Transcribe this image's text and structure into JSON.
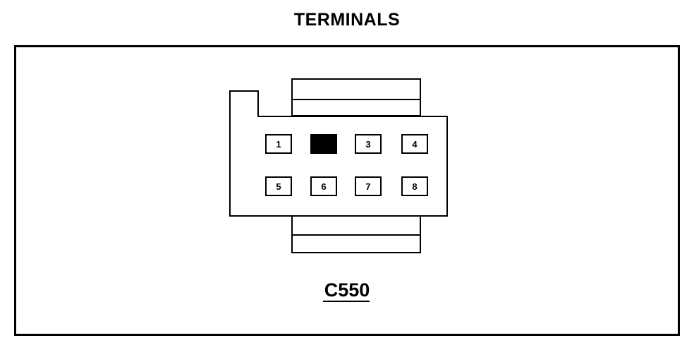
{
  "title": "TERMINALS",
  "connector": {
    "label": "C550",
    "terminals": [
      {
        "label": "1",
        "filled": false
      },
      {
        "label": "",
        "filled": true
      },
      {
        "label": "3",
        "filled": false
      },
      {
        "label": "4",
        "filled": false
      },
      {
        "label": "5",
        "filled": false
      },
      {
        "label": "6",
        "filled": false
      },
      {
        "label": "7",
        "filled": false
      },
      {
        "label": "8",
        "filled": false
      }
    ]
  },
  "colors": {
    "line": "#000000",
    "background": "#ffffff"
  }
}
